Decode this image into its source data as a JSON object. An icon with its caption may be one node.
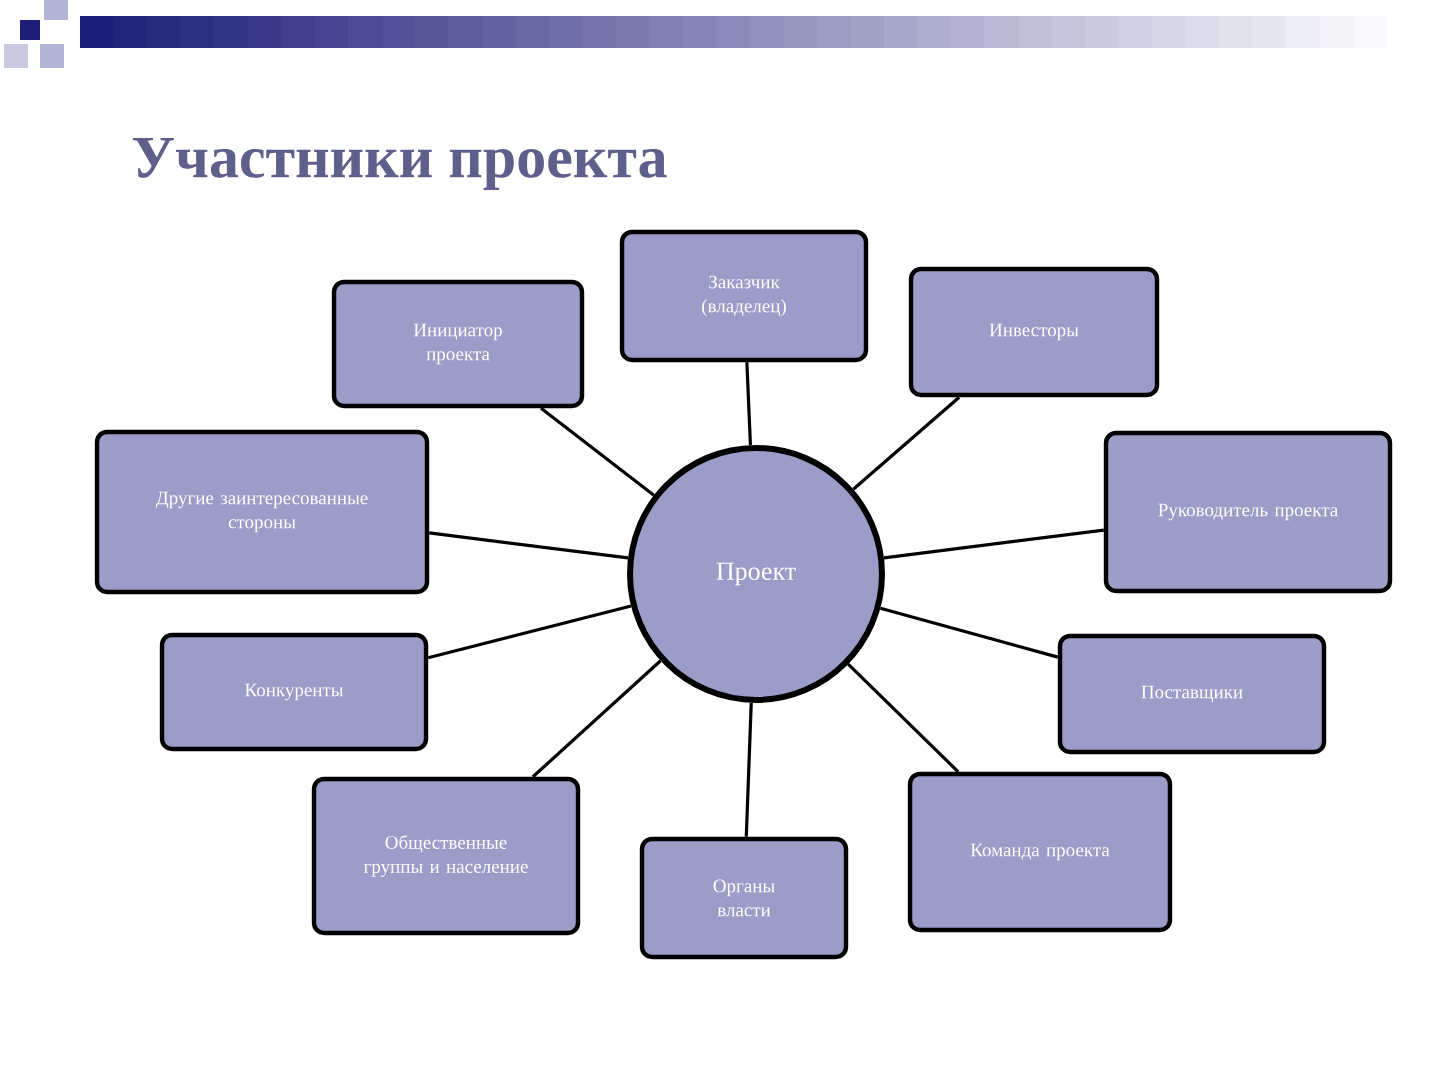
{
  "diagram": {
    "title": "Участники проекта",
    "nodes": [
      {
        "text": [
          "Заказчик (владелец)"
        ]
      },
      {
        "text": [
          "Инициатор проекта"
        ]
      },
      {
        "text": [
          "Инвесторы"
        ]
      },
      {
        "text": [
          "Другие заинтересованные стороны"
        ]
      },
      {
        "text": [
          "Руководитель проекта"
        ]
      },
      {
        "text": [
          "Проект"
        ]
      },
      {
        "text": [
          "Конкуренты"
        ]
      },
      {
        "text": [
          "Поставщики"
        ]
      },
      {
        "text": [
          "Общественные группы и население"
        ]
      },
      {
        "text": [
          "Органы власти"
        ]
      },
      {
        "text": [
          "Команда проекта"
        ]
      }
    ],
    "edges": [
      {
        "from": 5,
        "to": 0,
        "arrow": "none"
      },
      {
        "from": 5,
        "to": 1,
        "arrow": "none"
      },
      {
        "from": 5,
        "to": 2,
        "arrow": "none"
      },
      {
        "from": 5,
        "to": 3,
        "arrow": "none"
      },
      {
        "from": 5,
        "to": 4,
        "arrow": "none"
      },
      {
        "from": 5,
        "to": 6,
        "arrow": "none"
      },
      {
        "from": 5,
        "to": 7,
        "arrow": "none"
      },
      {
        "from": 5,
        "to": 8,
        "arrow": "none"
      },
      {
        "from": 5,
        "to": 9,
        "arrow": "none"
      },
      {
        "from": 5,
        "to": 10,
        "arrow": "none"
      }
    ]
  }
}
